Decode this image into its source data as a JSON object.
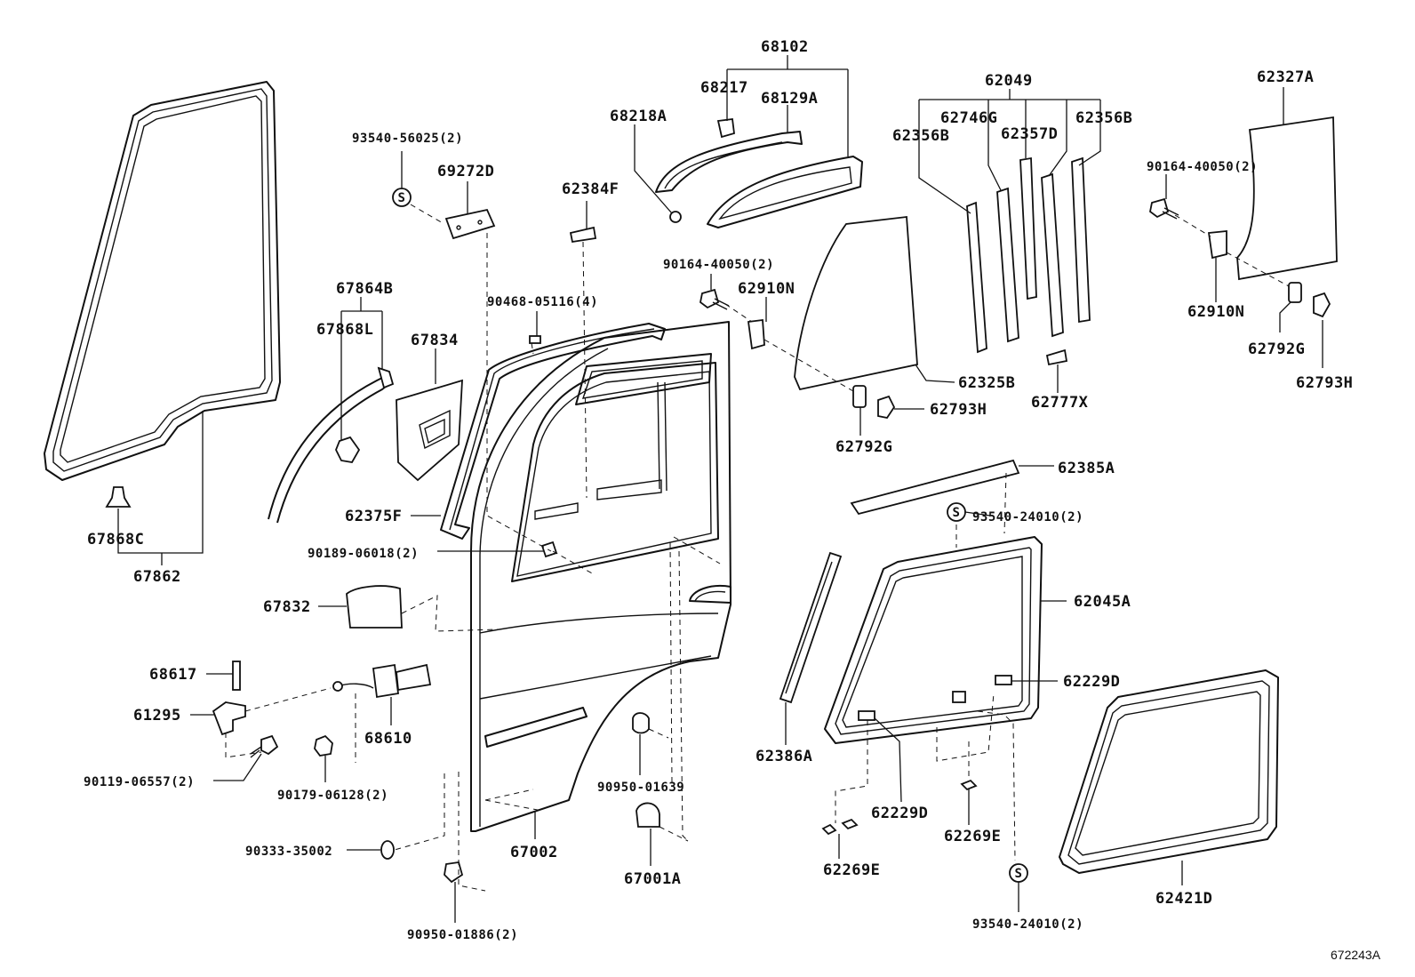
{
  "labels": {
    "p68102": "68102",
    "p68217": "68217",
    "p68129A": "68129A",
    "p68218A": "68218A",
    "p62049": "62049",
    "p62746G": "62746G",
    "p62357D": "62357D",
    "p62356B_left": "62356B",
    "p62356B_right": "62356B",
    "p62327A": "62327A",
    "p93540_56025": "93540-56025(2)",
    "p69272D": "69272D",
    "p62384F": "62384F",
    "p90164_40050_mid": "90164-40050(2)",
    "p62910N_mid": "62910N",
    "p90164_40050_right": "90164-40050(2)",
    "p62910N_right": "62910N",
    "p62792G_right": "62792G",
    "p62793H_right": "62793H",
    "p67864B": "67864B",
    "p67868L": "67868L",
    "p67834": "67834",
    "p90468_05116": "90468-05116(4)",
    "p62325B": "62325B",
    "p62793H_mid": "62793H",
    "p62792G_mid": "62792G",
    "p62777X": "62777X",
    "p62385A": "62385A",
    "p93540_24010_top": "93540-24010(2)",
    "p67868C": "67868C",
    "p67862": "67862",
    "p62375F": "62375F",
    "p90189_06018": "90189-06018(2)",
    "p67832": "67832",
    "p62045A": "62045A",
    "p68617": "68617",
    "p62229D_right": "62229D",
    "p61295": "61295",
    "p68610": "68610",
    "p62386A": "62386A",
    "p90119_06557": "90119-06557(2)",
    "p90179_06128": "90179-06128(2)",
    "p90950_01639": "90950-01639",
    "p62229D_bottom": "62229D",
    "p62269E_right": "62269E",
    "p90333_35002": "90333-35002",
    "p67002": "67002",
    "p62269E_left": "62269E",
    "p67001A": "67001A",
    "p62421D": "62421D",
    "p93540_24010_bottom": "93540-24010(2)",
    "p90950_01886": "90950-01886(2)"
  },
  "symbols": {
    "s_mark": "S"
  },
  "reference": "672243A"
}
